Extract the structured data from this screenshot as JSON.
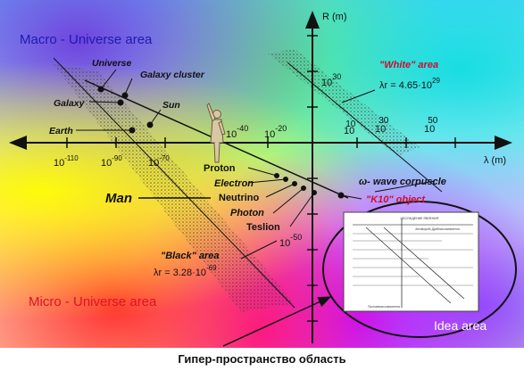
{
  "colors": {
    "macro": "#1c1cb0",
    "micro": "#e0102a",
    "idea": "#ffffff",
    "ink": "#111111",
    "red_text": "#c8102e"
  },
  "areas": {
    "macro": "Macro - Universe area",
    "micro": "Micro - Universe area",
    "idea": "Idea area"
  },
  "axes": {
    "vertical_label": "R (m)",
    "horizontal_label": "λ (m)",
    "x_ticks_negative": [
      {
        "base": "10",
        "exp": "-110"
      },
      {
        "base": "10",
        "exp": "-90"
      },
      {
        "base": "10",
        "exp": "-70"
      }
    ],
    "x_ticks_positive": [
      {
        "base": "10",
        "exp": "10"
      },
      {
        "base": "10",
        "exp": "30"
      },
      {
        "base": "10",
        "exp": "50"
      }
    ],
    "y_ticks": [
      {
        "base": "10",
        "exp": "30"
      },
      {
        "base": "10",
        "exp": "-20"
      },
      {
        "base": "10",
        "exp": "-40"
      },
      {
        "base": "10",
        "exp": "-50"
      }
    ],
    "center_tick": {
      "base": "10",
      "exp": "-40"
    },
    "mid_tick": {
      "base": "10",
      "exp": "-20"
    }
  },
  "macro_objects": [
    "Universe",
    "Galaxy cluster",
    "Galaxy",
    "Sun",
    "Earth"
  ],
  "micro_objects": [
    "Proton",
    "Electron",
    "Neutrino",
    "Photon",
    "Teslion"
  ],
  "man_label": "Man",
  "wave_label": "ω- wave corpuscle",
  "k10_label": "\"K10\" object",
  "white_area": {
    "title": "\"White\" area",
    "formula_base": "λr = 4.65·10",
    "formula_exp": "29"
  },
  "black_area": {
    "title": "\"Black\" area",
    "formula_base": "λr = 3.28·10",
    "formula_exp": "-69"
  },
  "inset": {
    "header": "ОБСУЖДЕНИЕ ЯВЛЕНИЯ",
    "subheader": "Антиворобь Дробная компонента",
    "footer": "Постоянная компонента"
  },
  "caption": "Гипер-пространство область"
}
